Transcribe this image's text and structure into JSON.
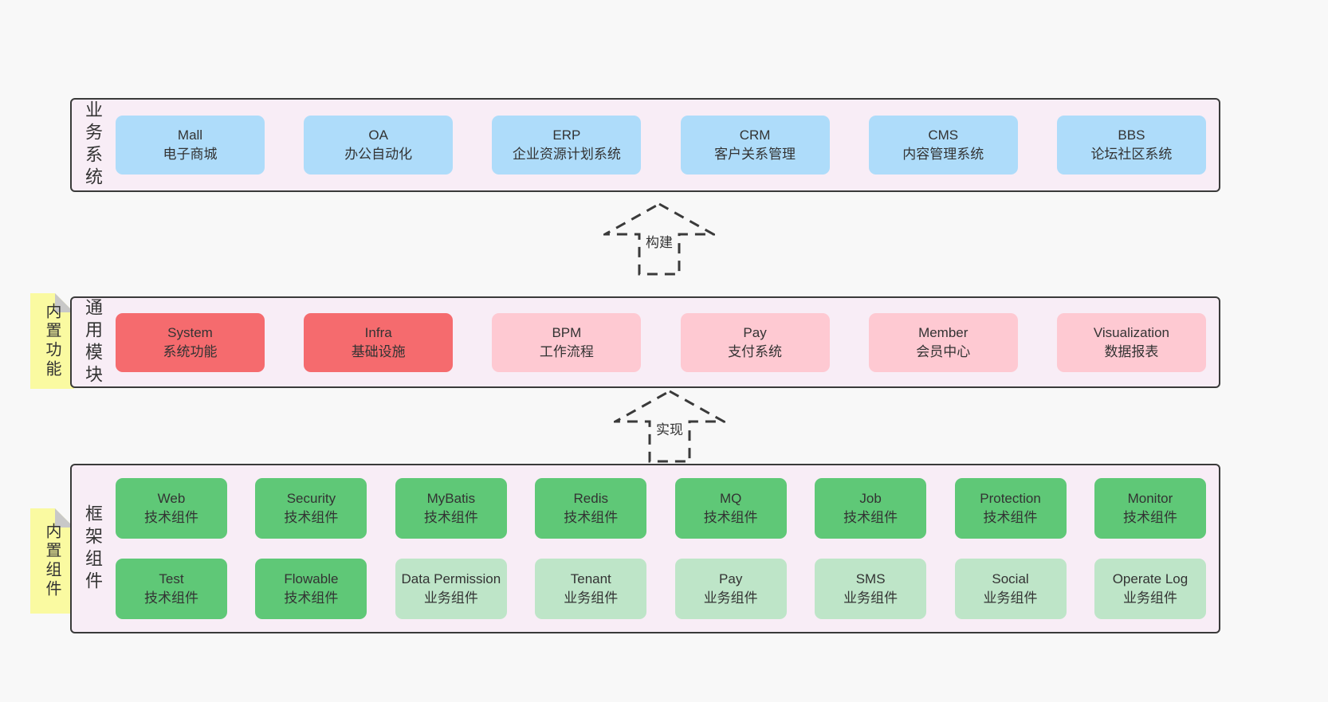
{
  "arrows": [
    {
      "label": "构建"
    },
    {
      "label": "实现"
    }
  ],
  "panels": [
    {
      "label": "业务系统",
      "boxes": [
        {
          "title": "Mall",
          "subtitle": "电子商城"
        },
        {
          "title": "OA",
          "subtitle": "办公自动化"
        },
        {
          "title": "ERP",
          "subtitle": "企业资源计划系统"
        },
        {
          "title": "CRM",
          "subtitle": "客户关系管理"
        },
        {
          "title": "CMS",
          "subtitle": "内容管理系统"
        },
        {
          "title": "BBS",
          "subtitle": "论坛社区系统"
        }
      ]
    },
    {
      "label": "通用模块",
      "tab": "内置功能",
      "boxes": [
        {
          "title": "System",
          "subtitle": "系统功能",
          "variant": "red"
        },
        {
          "title": "Infra",
          "subtitle": "基础设施",
          "variant": "red"
        },
        {
          "title": "BPM",
          "subtitle": "工作流程",
          "variant": "pink"
        },
        {
          "title": "Pay",
          "subtitle": "支付系统",
          "variant": "pink"
        },
        {
          "title": "Member",
          "subtitle": "会员中心",
          "variant": "pink"
        },
        {
          "title": "Visualization",
          "subtitle": "数据报表",
          "variant": "pink"
        }
      ]
    },
    {
      "label": "框架组件",
      "tab": "内置组件",
      "rows": [
        [
          {
            "title": "Web",
            "subtitle": "技术组件",
            "variant": "green"
          },
          {
            "title": "Security",
            "subtitle": "技术组件",
            "variant": "green"
          },
          {
            "title": "MyBatis",
            "subtitle": "技术组件",
            "variant": "green"
          },
          {
            "title": "Redis",
            "subtitle": "技术组件",
            "variant": "green"
          },
          {
            "title": "MQ",
            "subtitle": "技术组件",
            "variant": "green"
          },
          {
            "title": "Job",
            "subtitle": "技术组件",
            "variant": "green"
          },
          {
            "title": "Protection",
            "subtitle": "技术组件",
            "variant": "green"
          },
          {
            "title": "Monitor",
            "subtitle": "技术组件",
            "variant": "green"
          }
        ],
        [
          {
            "title": "Test",
            "subtitle": "技术组件",
            "variant": "green"
          },
          {
            "title": "Flowable",
            "subtitle": "技术组件",
            "variant": "green"
          },
          {
            "title": "Data Permission",
            "subtitle": "业务组件",
            "variant": "lightgreen"
          },
          {
            "title": "Tenant",
            "subtitle": "业务组件",
            "variant": "lightgreen"
          },
          {
            "title": "Pay",
            "subtitle": "业务组件",
            "variant": "lightgreen"
          },
          {
            "title": "SMS",
            "subtitle": "业务组件",
            "variant": "lightgreen"
          },
          {
            "title": "Social",
            "subtitle": "业务组件",
            "variant": "lightgreen"
          },
          {
            "title": "Operate Log",
            "subtitle": "业务组件",
            "variant": "lightgreen"
          }
        ]
      ]
    }
  ],
  "colors": {
    "page_bg": "#f8f8f8",
    "panel_bg": "#f8edf6",
    "panel_border": "#3a3a3a",
    "box_blue": "#aedcfa",
    "box_red": "#f56b6e",
    "box_pink": "#fec9d2",
    "box_green": "#5fc877",
    "box_green_light": "#bee5c8",
    "sticky_yellow": "#fafaa1",
    "sticky_fold": "#c8c8c8",
    "text": "#333333"
  }
}
